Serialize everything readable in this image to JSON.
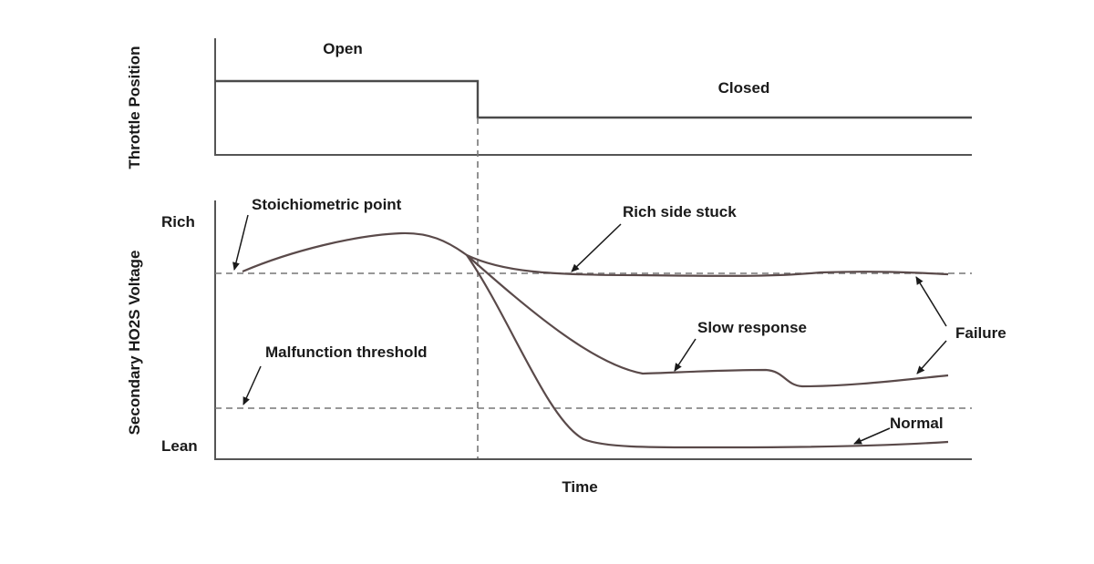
{
  "throttle_panel": {
    "y_axis_label": "Throttle Position",
    "open_label": "Open",
    "closed_label": "Closed"
  },
  "ho2s_panel": {
    "y_axis_label": "Secondary HO2S Voltage",
    "rich_label": "Rich",
    "lean_label": "Lean",
    "x_axis_label": "Time"
  },
  "annotations": {
    "stoichiometric": "Stoichiometric point",
    "malfunction": "Malfunction threshold",
    "rich_stuck": "Rich side stuck",
    "slow_response": "Slow response",
    "failure": "Failure",
    "normal": "Normal"
  },
  "colors": {
    "curve": "#5a4a4a",
    "axis": "#555555",
    "dashed_line": "#777777"
  }
}
